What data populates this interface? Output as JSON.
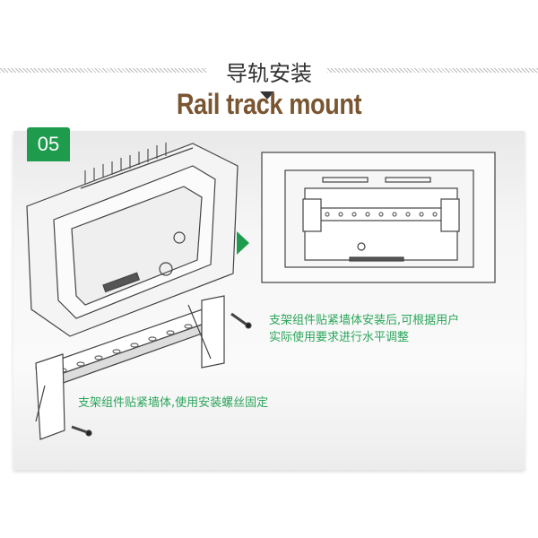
{
  "header": {
    "title_cn": "导轨安装",
    "title_en": "Rail track mount"
  },
  "step": {
    "number": "05"
  },
  "notes": {
    "right_line1": "支架组件贴紧墙体安装后,可根据用户",
    "right_line2": "实际使用要求进行水平调整",
    "bottom": "支架组件贴紧墙体,使用安装螺丝固定"
  },
  "colors": {
    "accent": "#1e9b4c",
    "title_en": "#7a5532",
    "note": "#2aa55a"
  }
}
